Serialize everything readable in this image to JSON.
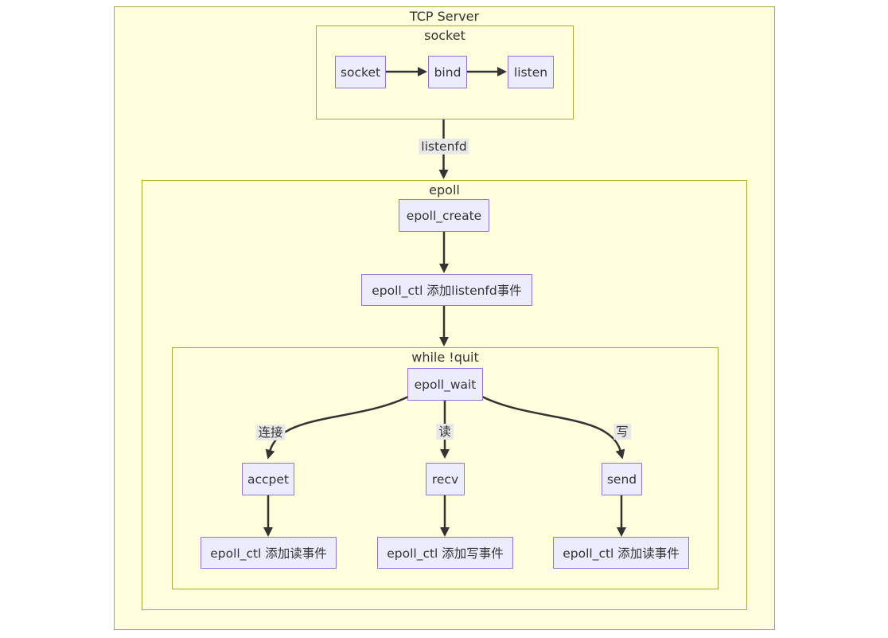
{
  "colors": {
    "cluster_fill": "#ffffde",
    "cluster_border": "#aaaa33",
    "node_fill": "#ececff",
    "node_border": "#9370db",
    "edge": "#333333",
    "edge_label_bg": "#e8e8e8",
    "text": "#333333",
    "page_bg": "#ffffff"
  },
  "clusters": {
    "tcp_server": {
      "label": "TCP Server"
    },
    "socket_group": {
      "label": "socket"
    },
    "epoll_group": {
      "label": "epoll"
    },
    "while_loop": {
      "label": "while !quit"
    }
  },
  "nodes": {
    "socket": {
      "label": "socket"
    },
    "bind": {
      "label": "bind"
    },
    "listen": {
      "label": "listen"
    },
    "epoll_create": {
      "label": "epoll_create"
    },
    "epoll_ctl_listenfd": {
      "label": "epoll_ctl 添加listenfd事件"
    },
    "epoll_wait": {
      "label": "epoll_wait"
    },
    "accpet": {
      "label": "accpet"
    },
    "recv": {
      "label": "recv"
    },
    "send": {
      "label": "send"
    },
    "epoll_ctl_add_read_left": {
      "label": "epoll_ctl 添加读事件"
    },
    "epoll_ctl_add_write": {
      "label": "epoll_ctl 添加写事件"
    },
    "epoll_ctl_add_read_right": {
      "label": "epoll_ctl 添加读事件"
    }
  },
  "edge_labels": {
    "listenfd": {
      "label": "listenfd"
    },
    "connect": {
      "label": "连接"
    },
    "read": {
      "label": "读"
    },
    "write": {
      "label": "写"
    }
  }
}
